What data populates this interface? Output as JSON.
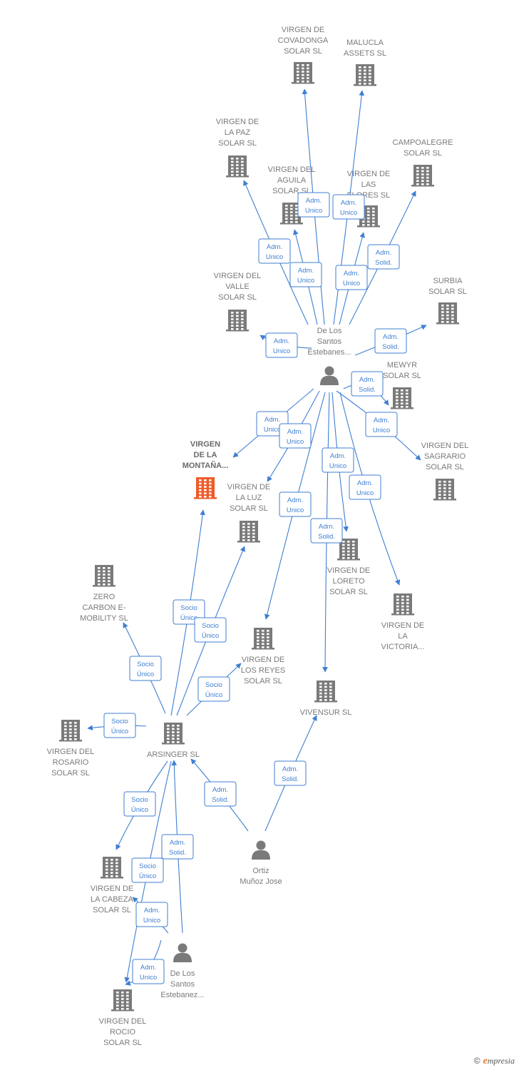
{
  "colors": {
    "edge": "#3f7fd1",
    "building": "#7a7a7a",
    "focus": "#f05a28",
    "person": "#7a7a7a"
  },
  "nodes": [
    {
      "id": "covadonga",
      "type": "company",
      "lines": [
        "VIRGEN DE",
        "COVADONGA",
        "SOLAR  SL"
      ]
    },
    {
      "id": "malucla",
      "type": "company",
      "lines": [
        "MALUCLA",
        "ASSETS  SL"
      ]
    },
    {
      "id": "paz",
      "type": "company",
      "lines": [
        "VIRGEN DE",
        "LA PAZ",
        "SOLAR  SL"
      ]
    },
    {
      "id": "campoalegre",
      "type": "company",
      "lines": [
        "CAMPOALEGRE",
        "SOLAR  SL"
      ]
    },
    {
      "id": "aguila",
      "type": "company",
      "lines": [
        "VIRGEN DEL",
        "AGUILA",
        "SOLAR  SL"
      ]
    },
    {
      "id": "flores",
      "type": "company",
      "lines": [
        "VIRGEN DE",
        "LAS",
        "FLORES  SL"
      ]
    },
    {
      "id": "valle",
      "type": "company",
      "lines": [
        "VIRGEN DEL",
        "VALLE",
        "SOLAR  SL"
      ]
    },
    {
      "id": "surbia",
      "type": "company",
      "lines": [
        "SURBIA",
        "SOLAR  SL"
      ]
    },
    {
      "id": "desantos1",
      "type": "person",
      "lines": [
        "De Los",
        "Santos",
        "Estebanes..."
      ]
    },
    {
      "id": "mewyr",
      "type": "company",
      "lines": [
        "MEWYR",
        "SOLAR  SL"
      ]
    },
    {
      "id": "montana",
      "type": "focus",
      "lines": [
        "VIRGEN",
        "DE LA",
        "MONTAÑA..."
      ]
    },
    {
      "id": "luz",
      "type": "company",
      "lines": [
        "VIRGEN DE",
        "LA LUZ",
        "SOLAR  SL"
      ]
    },
    {
      "id": "sagrario",
      "type": "company",
      "lines": [
        "VIRGEN DEL",
        "SAGRARIO",
        "SOLAR  SL"
      ]
    },
    {
      "id": "loreto",
      "type": "company",
      "lines": [
        "VIRGEN DE",
        "LORETO",
        "SOLAR  SL"
      ]
    },
    {
      "id": "zero",
      "type": "company",
      "lines": [
        "ZERO",
        "CARBON E-",
        "MOBILITY  SL"
      ]
    },
    {
      "id": "victoria",
      "type": "company",
      "lines": [
        "VIRGEN DE",
        "LA",
        "VICTORIA..."
      ]
    },
    {
      "id": "reyes",
      "type": "company",
      "lines": [
        "VIRGEN DE",
        "LOS REYES",
        "SOLAR  SL"
      ]
    },
    {
      "id": "vivensur",
      "type": "company",
      "lines": [
        "VIVENSUR SL"
      ]
    },
    {
      "id": "rosario",
      "type": "company",
      "lines": [
        "VIRGEN DEL",
        "ROSARIO",
        "SOLAR  SL"
      ]
    },
    {
      "id": "arsinger",
      "type": "company",
      "lines": [
        "ARSINGER  SL"
      ]
    },
    {
      "id": "ortiz",
      "type": "person",
      "lines": [
        "Ortiz",
        "Muñoz Jose"
      ]
    },
    {
      "id": "cabeza",
      "type": "company",
      "lines": [
        "VIRGEN DE",
        "LA CABEZA",
        "SOLAR  SL"
      ]
    },
    {
      "id": "desantos2",
      "type": "person",
      "lines": [
        "De Los",
        "Santos",
        "Estebanez..."
      ]
    },
    {
      "id": "rocio",
      "type": "company",
      "lines": [
        "VIRGEN DEL",
        "ROCIO",
        "SOLAR  SL"
      ]
    }
  ],
  "edges": [
    {
      "from": "desantos1",
      "to": "covadonga",
      "label": [
        "Adm.",
        "Unico"
      ]
    },
    {
      "from": "desantos1",
      "to": "malucla",
      "label": [
        "Adm.",
        "Unico"
      ]
    },
    {
      "from": "desantos1",
      "to": "paz",
      "label": [
        "Adm.",
        "Unico"
      ]
    },
    {
      "from": "desantos1",
      "to": "aguila",
      "label": [
        "Adm.",
        "Unico"
      ]
    },
    {
      "from": "desantos1",
      "to": "flores",
      "label": [
        "Adm.",
        "Unico"
      ]
    },
    {
      "from": "desantos1",
      "to": "campoalegre",
      "label": [
        "Adm.",
        "Solid."
      ]
    },
    {
      "from": "desantos1",
      "to": "valle",
      "label": [
        "Adm.",
        "Unico"
      ]
    },
    {
      "from": "desantos1",
      "to": "surbia",
      "label": [
        "Adm.",
        "Solid."
      ]
    },
    {
      "from": "desantos1",
      "to": "mewyr",
      "label": [
        "Adm.",
        "Solid."
      ]
    },
    {
      "from": "desantos1",
      "to": "montana",
      "label": [
        "Adm.",
        "Unico"
      ]
    },
    {
      "from": "desantos1",
      "to": "luz",
      "label": [
        "Adm.",
        "Unico"
      ]
    },
    {
      "from": "desantos1",
      "to": "sagrario",
      "label": [
        "Adm.",
        "Unico"
      ]
    },
    {
      "from": "desantos1",
      "to": "loreto",
      "label": [
        "Adm.",
        "Unico"
      ]
    },
    {
      "from": "desantos1",
      "to": "victoria",
      "label": [
        "Adm.",
        "Unico"
      ]
    },
    {
      "from": "desantos1",
      "to": "reyes",
      "label": [
        "Adm.",
        "Unico"
      ]
    },
    {
      "from": "desantos1",
      "to": "vivensur",
      "label": [
        "Adm.",
        "Solid."
      ]
    },
    {
      "from": "arsinger",
      "to": "montana",
      "label": [
        "Socio",
        "Único"
      ]
    },
    {
      "from": "arsinger",
      "to": "luz",
      "label": [
        "Socio",
        "Único"
      ]
    },
    {
      "from": "arsinger",
      "to": "zero",
      "label": [
        "Socio",
        "Único"
      ]
    },
    {
      "from": "arsinger",
      "to": "reyes",
      "label": [
        "Socio",
        "Único"
      ]
    },
    {
      "from": "arsinger",
      "to": "rosario",
      "label": [
        "Socio",
        "Único"
      ]
    },
    {
      "from": "arsinger",
      "to": "cabeza",
      "label": [
        "Socio",
        "Único"
      ]
    },
    {
      "from": "arsinger",
      "to": "rocio",
      "label": [
        "Socio",
        "Único"
      ]
    },
    {
      "from": "ortiz",
      "to": "arsinger",
      "label": [
        "Adm.",
        "Solid."
      ]
    },
    {
      "from": "ortiz",
      "to": "vivensur",
      "label": [
        "Adm.",
        "Solid."
      ]
    },
    {
      "from": "desantos2",
      "to": "arsinger",
      "label": [
        "Adm.",
        "Solid."
      ]
    },
    {
      "from": "desantos2",
      "to": "cabeza",
      "label": [
        "Adm.",
        "Unico"
      ]
    },
    {
      "from": "desantos2",
      "to": "rocio",
      "label": [
        "Adm.",
        "Unico"
      ]
    }
  ],
  "branding": {
    "copyright": "©",
    "brand_initial": "e",
    "brand_rest": "mpresia"
  }
}
